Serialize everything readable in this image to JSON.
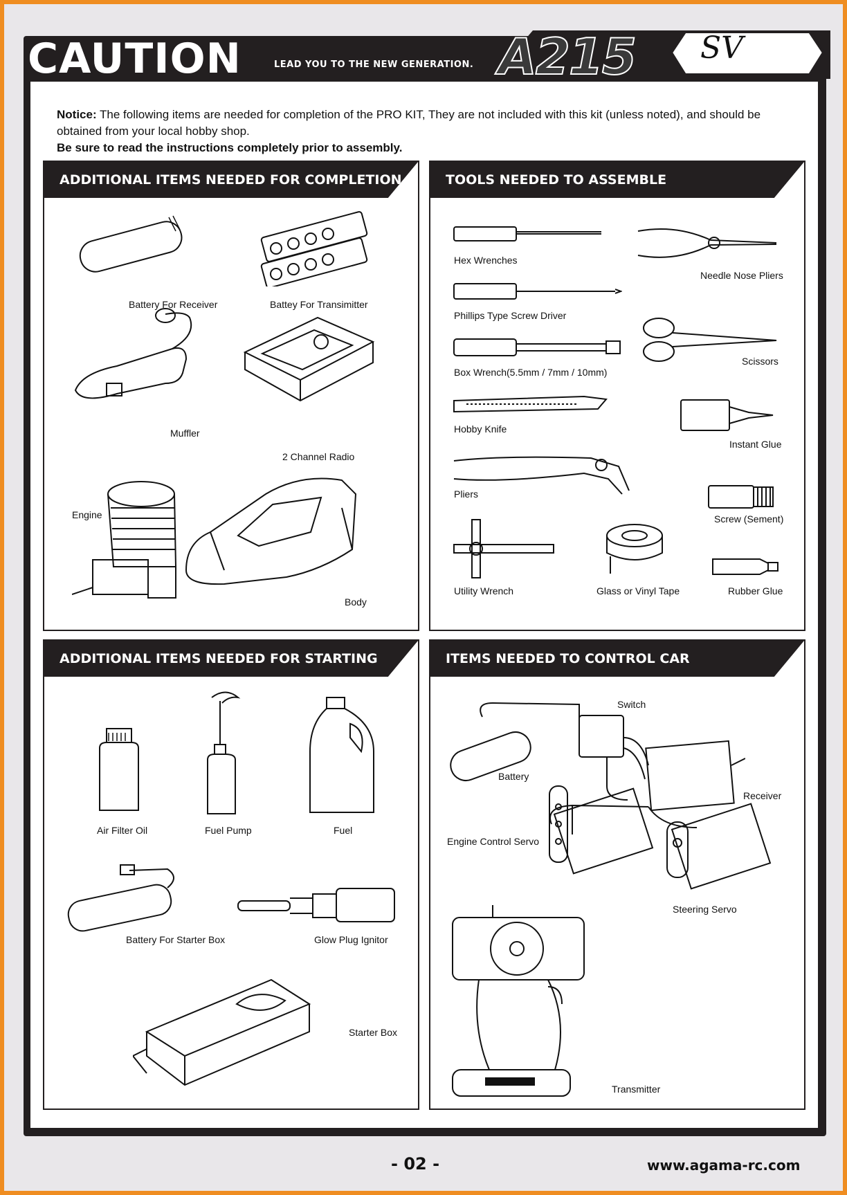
{
  "header": {
    "title": "CAUTION",
    "tagline": "LEAD YOU TO THE NEW GENERATION.",
    "brand": "A215",
    "brand_suffix": "SV"
  },
  "notice": {
    "label": "Notice:",
    "text": " The following items are needed for completion of the PRO KIT, They are not included with this kit (unless noted), and should be obtained from your local hobby shop.",
    "warning": "Be sure to read the instructions completely prior to assembly."
  },
  "panels": {
    "completion": {
      "title": "ADDITIONAL ITEMS NEEDED FOR COMPLETION",
      "items": [
        "Battery For Receiver",
        "Battey For Transimitter",
        "Muffler",
        "2 Channel Radio",
        "Engine",
        "Body"
      ]
    },
    "tools": {
      "title": "TOOLS NEEDED TO ASSEMBLE",
      "items": [
        "Hex Wrenches",
        "Needle Nose Pliers",
        "Phillips Type Screw Driver",
        "Scissors",
        "Box Wrench(5.5mm / 7mm / 10mm)",
        "Hobby Knife",
        "Instant Glue",
        "Pliers",
        "Screw (Sement)",
        "Utility Wrench",
        "Glass or Vinyl Tape",
        "Rubber Glue"
      ]
    },
    "starting": {
      "title": "ADDITIONAL ITEMS NEEDED FOR STARTING",
      "items": [
        "Air Filter Oil",
        "Fuel Pump",
        "Fuel",
        "Battery For Starter Box",
        "Glow Plug Ignitor",
        "Starter Box"
      ]
    },
    "control": {
      "title": "ITEMS NEEDED TO CONTROL CAR",
      "items": [
        "Switch",
        "Battery",
        "Receiver",
        "Engine Control Servo",
        "Steering Servo",
        "Transmitter"
      ]
    }
  },
  "footer": {
    "page_number": "- 02 -",
    "website": "www.agama-rc.com"
  },
  "colors": {
    "frame": "#ef8d21",
    "dark": "#231f20"
  }
}
